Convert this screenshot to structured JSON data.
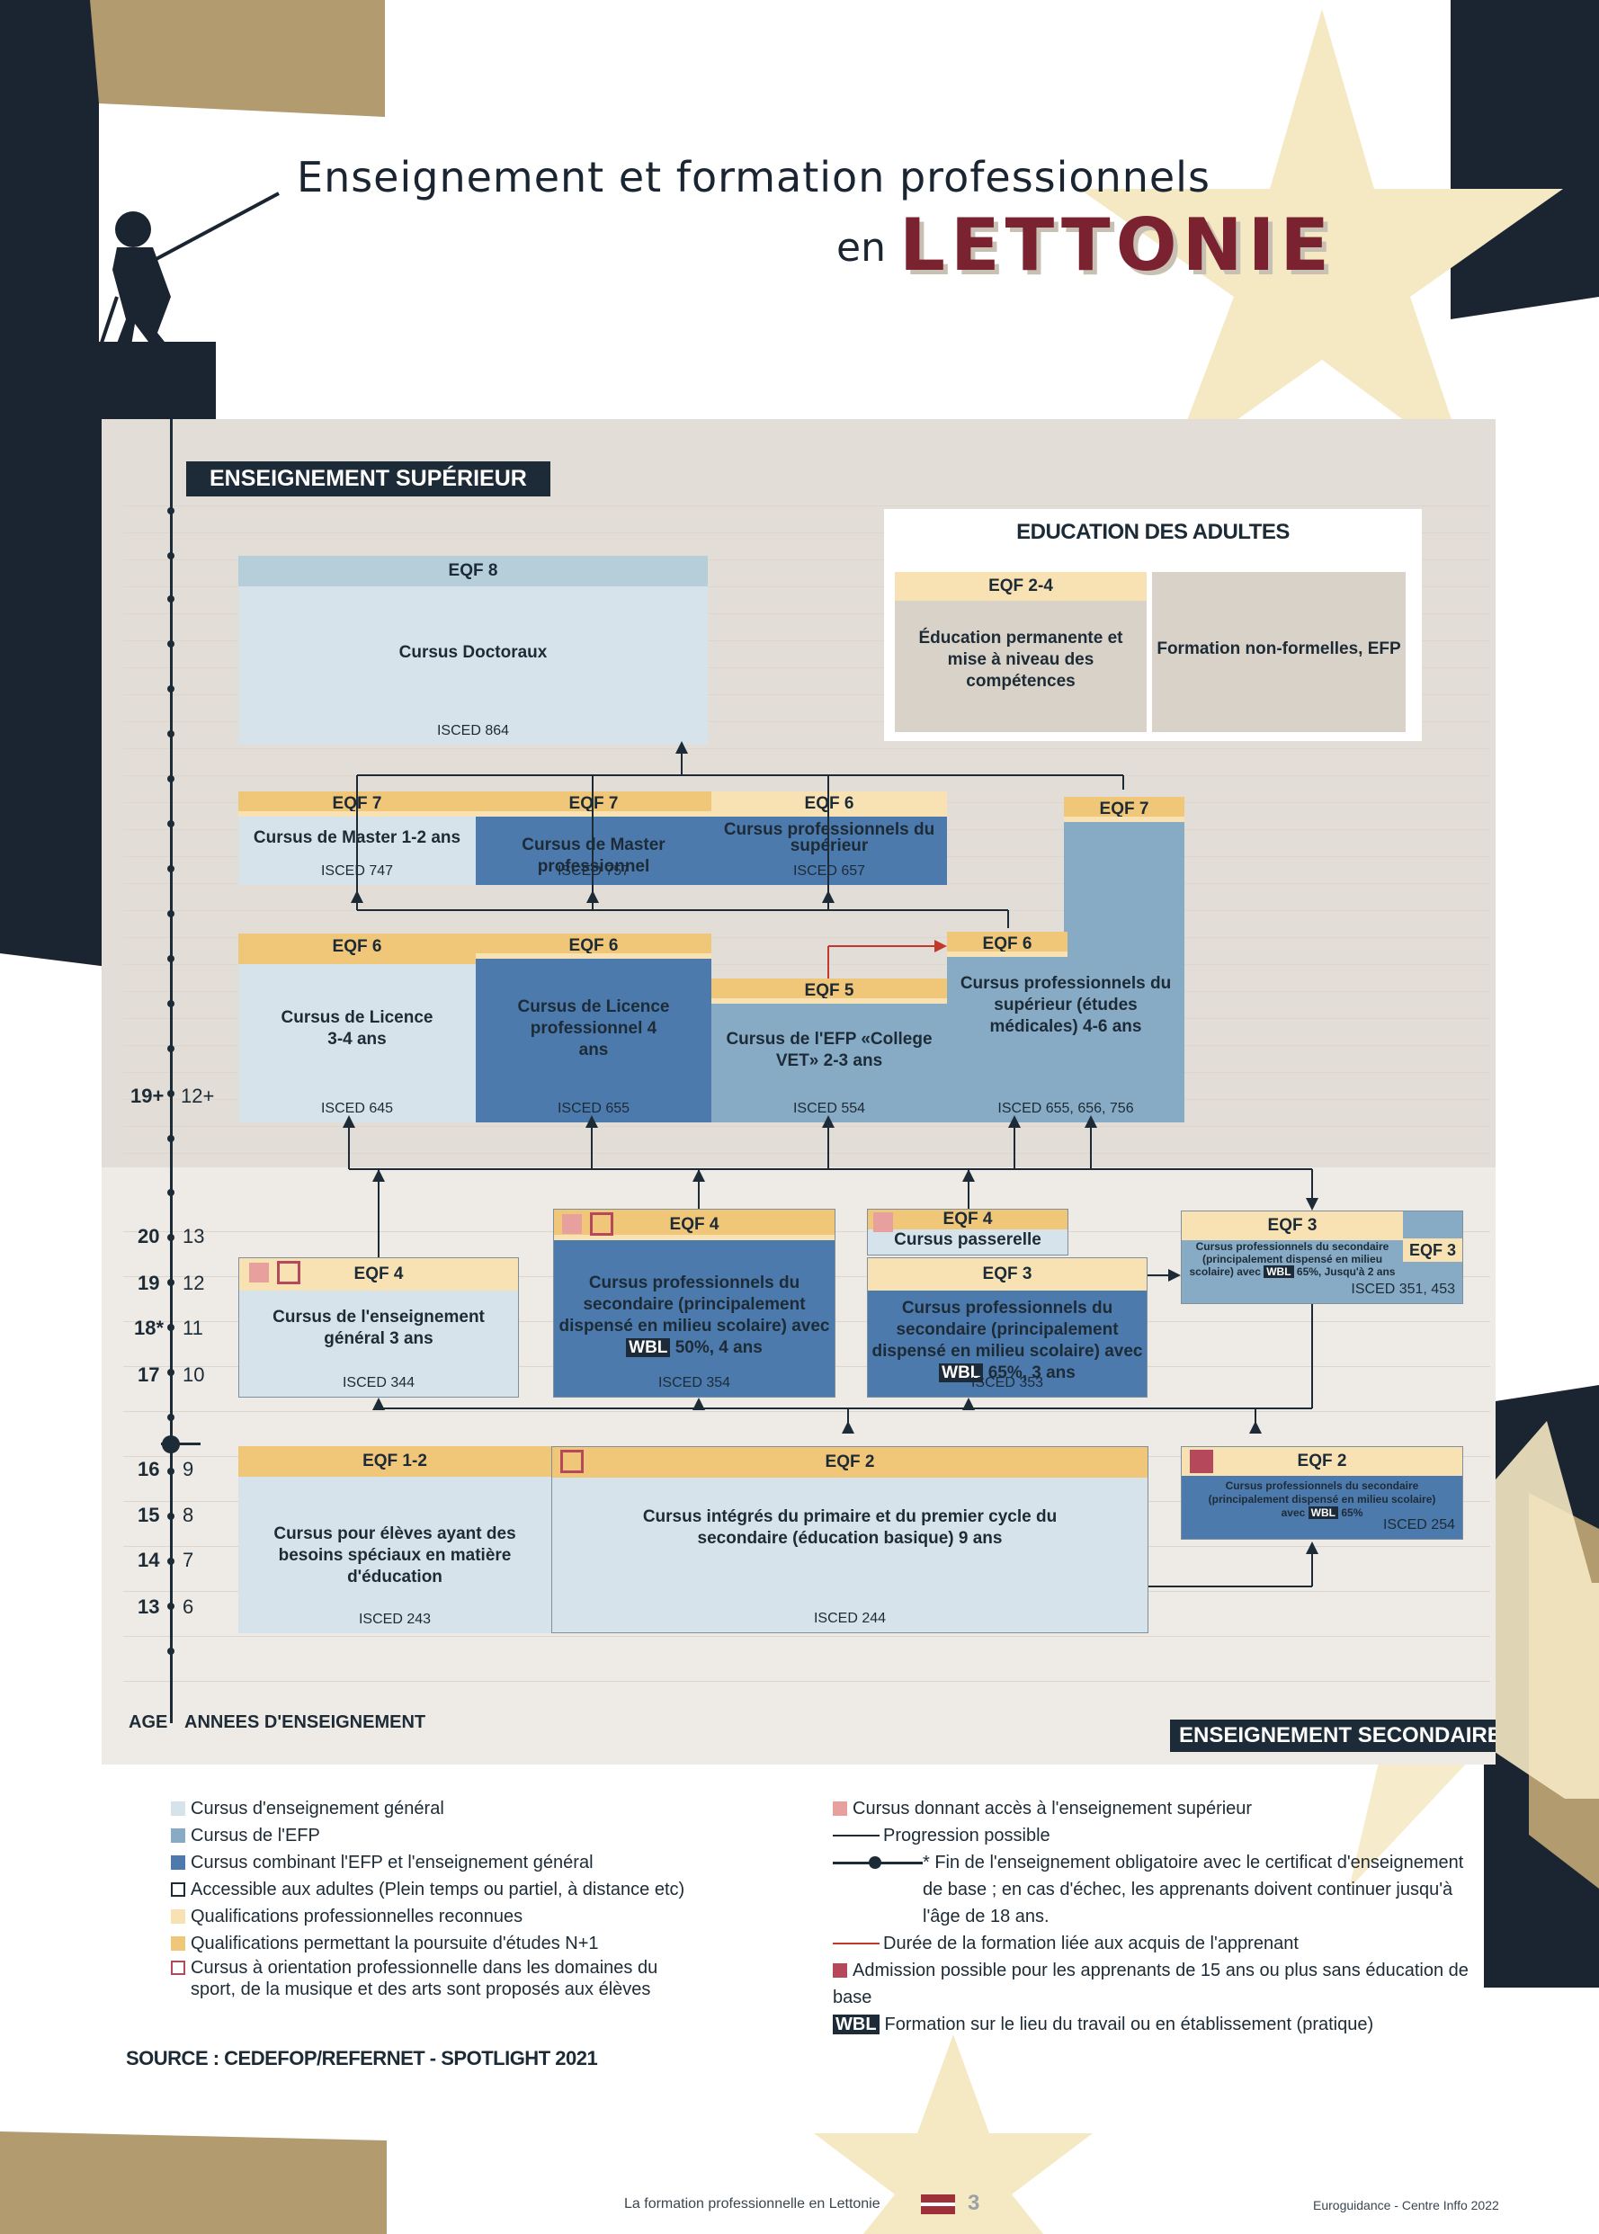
{
  "title": {
    "line1": "Enseignement et formation professionnels",
    "prefix": "en",
    "country": "LETTONIE"
  },
  "tags": {
    "higher": "ENSEIGNEMENT SUPÉRIEUR",
    "secondary": "ENSEIGNEMENT SECONDAIRE",
    "adult": "EDUCATION DES ADULTES"
  },
  "axis": {
    "age_label": "AGE",
    "years_label": "ANNEES D'ENSEIGNEMENT",
    "ages": [
      "19+",
      "20",
      "19",
      "18*",
      "17",
      "16",
      "15",
      "14",
      "13"
    ],
    "years": [
      "12+",
      "13",
      "12",
      "11",
      "10",
      "9",
      "8",
      "7",
      "6"
    ]
  },
  "boxes": {
    "doct": {
      "eqf": "EQF 8",
      "text": "Cursus Doctoraux",
      "isced": "ISCED 864"
    },
    "adult1": {
      "eqf": "EQF 2-4",
      "text": "Éducation permanente et mise à niveau des compétences"
    },
    "adult2": {
      "text": "Formation non-formelles, EFP"
    },
    "master": {
      "eqf": "EQF 7",
      "text": "Cursus de Master  1-2 ans",
      "isced": "ISCED 747"
    },
    "masterpro": {
      "eqf": "EQF 7",
      "text": "Cursus de Master professionnel",
      "isced": "ISCED 757"
    },
    "prosup": {
      "eqf": "EQF 6",
      "text": "Cursus professionnels du supérieur",
      "isced": "ISCED 657"
    },
    "med7": {
      "eqf": "EQF 7"
    },
    "licence": {
      "eqf": "EQF 6",
      "text": "Cursus de Licence 3-4 ans",
      "isced": "ISCED 645"
    },
    "licpro": {
      "eqf": "EQF 6",
      "text": "Cursus de Licence professionnel 4 ans",
      "isced": "ISCED 655"
    },
    "college": {
      "eqf": "EQF 5",
      "text": "Cursus de l'EFP «College VET» 2-3 ans",
      "isced": "ISCED 554"
    },
    "med": {
      "eqf": "EQF 6",
      "text": "Cursus professionnels du supérieur (études médicales) 4-6 ans",
      "isced": "ISCED 655, 656, 756"
    },
    "gen": {
      "eqf": "EQF 4",
      "text": "Cursus de l'enseignement général 3 ans",
      "isced": "ISCED 344"
    },
    "sec4": {
      "eqf": "EQF 4",
      "text1": "Cursus professionnels du secondaire (principalement dispensé en milieu scolaire) avec",
      "wbl": "WBL",
      "text2": "50%, 4 ans",
      "isced": "ISCED 354"
    },
    "pass": {
      "eqf": "EQF 4",
      "text": "Cursus passerelle"
    },
    "sec3": {
      "eqf": "EQF 3",
      "text1": "Cursus professionnels du secondaire (principalement dispensé en milieu scolaire) avec",
      "wbl": "WBL",
      "text2": "65%, 3 ans",
      "isced": "ISCED 353"
    },
    "sec3b": {
      "eqf": "EQF 3",
      "eqf2": "EQF 3",
      "text1": "Cursus professionnels du secondaire (principalement dispensé en milieu scolaire) avec",
      "wbl": "WBL",
      "text2": "65%, Jusqu'à 2 ans",
      "isced": "ISCED 351, 453"
    },
    "special": {
      "eqf": "EQF 1-2",
      "text": "Cursus pour élèves ayant des besoins spéciaux en matière d'éducation",
      "isced": "ISCED 243"
    },
    "basic": {
      "eqf": "EQF 2",
      "text": "Cursus intégrés du primaire et du premier cycle du secondaire (éducation basique) 9 ans",
      "isced": "ISCED 244"
    },
    "sec2": {
      "eqf": "EQF 2",
      "text1": "Cursus professionnels du secondaire (principalement dispensé en milieu scolaire) avec",
      "wbl": "WBL",
      "text2": "65%",
      "isced": "ISCED 254"
    }
  },
  "legend_left": [
    {
      "color": "#d7e3ea",
      "text": "Cursus d'enseignement général"
    },
    {
      "color": "#87aac5",
      "text": "Cursus de l'EFP"
    },
    {
      "color": "#4c7aad",
      "text": "Cursus combinant l'EFP et l'enseignement général"
    },
    {
      "color": "outline-dark",
      "text": "Accessible aux adultes (Plein temps ou partiel, à distance etc)"
    },
    {
      "color": "#f8e2b4",
      "text": "Qualifications professionnelles reconnues"
    },
    {
      "color": "#f0c678",
      "text": "Qualifications permettant la poursuite d'études N+1"
    },
    {
      "color": "outline-magenta",
      "text": "Cursus à orientation professionnelle dans les domaines du sport, de la musique et des arts sont proposés aux élèves"
    }
  ],
  "legend_right": [
    {
      "symbol": "pink-square",
      "text": "Cursus donnant accès à l'enseignement supérieur"
    },
    {
      "symbol": "arrow",
      "text": "Progression possible"
    },
    {
      "symbol": "dot-line",
      "text": "* Fin de l'enseignement obligatoire avec le certificat d'enseignement de base ; en cas d'échec, les apprenants doivent continuer jusqu'à l'âge de 18 ans."
    },
    {
      "symbol": "red-arrow",
      "text": "Durée de la formation liée aux acquis de l'apprenant"
    },
    {
      "symbol": "magenta-square",
      "text": "Admission possible pour les apprenants de 15 ans ou plus sans éducation de base"
    },
    {
      "symbol": "wbl",
      "label": "WBL",
      "text": "Formation sur le lieu du travail ou en établissement (pratique)"
    }
  ],
  "source": "SOURCE : CEDEFOP/REFERNET - SPOTLIGHT 2021",
  "footer": {
    "center": "La formation professionnelle en Lettonie",
    "page": "3",
    "right": "Euroguidance - Centre Inffo 2022"
  },
  "colors": {
    "navy": "#1b2431",
    "gold": "#b29b6f",
    "star": "#f5e9c4",
    "accent": "#7a2230"
  }
}
